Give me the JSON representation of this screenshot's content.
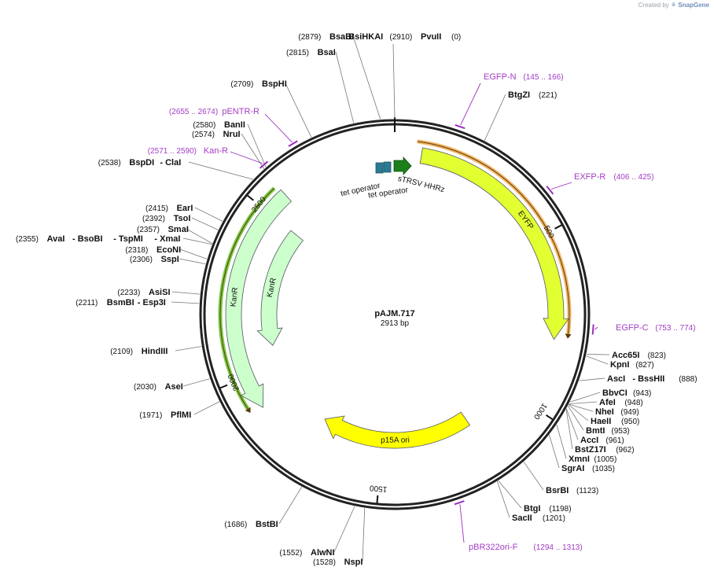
{
  "credit": {
    "created_by": "Created by",
    "brand": "SnapGene",
    "logo_icon": "snapgene-leaf-icon"
  },
  "plasmid": {
    "name": "pAJM.717",
    "size_label": "2913 bp",
    "length": 2913
  },
  "ticks": [
    {
      "pos": 500,
      "label": "500"
    },
    {
      "pos": 1000,
      "label": "1000"
    },
    {
      "pos": 1500,
      "label": "1500"
    },
    {
      "pos": 2000,
      "label": "2000"
    },
    {
      "pos": 2500,
      "label": "2500"
    }
  ],
  "enzyme_groups": [
    {
      "pos": 0,
      "entries": [
        {
          "name": "BsiHKAI",
          "pos_label": "(2910)"
        },
        {
          "name": "PvuII",
          "pos_label": "(0)"
        }
      ]
    },
    {
      "pos": 2879,
      "entries": [
        {
          "name": "BsaBI",
          "pos_label": "(2879)"
        }
      ]
    },
    {
      "pos": 2815,
      "entries": [
        {
          "name": "BsaI",
          "pos_label": "(2815)"
        }
      ]
    },
    {
      "pos": 2709,
      "entries": [
        {
          "name": "BspHI",
          "pos_label": "(2709)"
        }
      ]
    },
    {
      "pos": 221,
      "entries": [
        {
          "name": "BtgZI",
          "pos_label": "(221)"
        }
      ]
    },
    {
      "pos": 2580,
      "entries": [
        {
          "name": "BanII",
          "pos_label": "(2580)"
        }
      ]
    },
    {
      "pos": 2574,
      "entries": [
        {
          "name": "NruI",
          "pos_label": "(2574)"
        }
      ]
    },
    {
      "pos": 2538,
      "entries": [
        {
          "name": "BspDI",
          "pos_label": "(2538)"
        },
        {
          "name": "- ClaI",
          "pos_label": ""
        }
      ]
    },
    {
      "pos": 2415,
      "entries": [
        {
          "name": "EarI",
          "pos_label": "(2415)"
        }
      ]
    },
    {
      "pos": 2392,
      "entries": [
        {
          "name": "TsoI",
          "pos_label": "(2392)"
        }
      ]
    },
    {
      "pos": 2357,
      "entries": [
        {
          "name": "SmaI",
          "pos_label": "(2357)"
        }
      ]
    },
    {
      "pos": 2355,
      "entries": [
        {
          "name": "AvaI",
          "pos_label": "(2355)"
        },
        {
          "name": "- BsoBI",
          "pos_label": ""
        },
        {
          "name": "- TspMI",
          "pos_label": ""
        },
        {
          "name": "- XmaI",
          "pos_label": ""
        }
      ]
    },
    {
      "pos": 2318,
      "entries": [
        {
          "name": "EcoNI",
          "pos_label": "(2318)"
        }
      ]
    },
    {
      "pos": 2306,
      "entries": [
        {
          "name": "SspI",
          "pos_label": "(2306)"
        }
      ]
    },
    {
      "pos": 2233,
      "entries": [
        {
          "name": "AsiSI",
          "pos_label": "(2233)"
        }
      ]
    },
    {
      "pos": 2211,
      "entries": [
        {
          "name": "BsmBI",
          "pos_label": "(2211)"
        },
        {
          "name": "- Esp3I",
          "pos_label": ""
        }
      ]
    },
    {
      "pos": 2109,
      "entries": [
        {
          "name": "HindIII",
          "pos_label": "(2109)"
        }
      ]
    },
    {
      "pos": 2030,
      "entries": [
        {
          "name": "AseI",
          "pos_label": "(2030)"
        }
      ]
    },
    {
      "pos": 1971,
      "entries": [
        {
          "name": "PflMI",
          "pos_label": "(1971)"
        }
      ]
    },
    {
      "pos": 1686,
      "entries": [
        {
          "name": "BstBI",
          "pos_label": "(1686)"
        }
      ]
    },
    {
      "pos": 1552,
      "entries": [
        {
          "name": "AlwNI",
          "pos_label": "(1552)"
        }
      ]
    },
    {
      "pos": 1528,
      "entries": [
        {
          "name": "NspI",
          "pos_label": "(1528)"
        }
      ]
    },
    {
      "pos": 823,
      "entries": [
        {
          "name": "Acc65I",
          "pos_label": "(823)"
        }
      ]
    },
    {
      "pos": 827,
      "entries": [
        {
          "name": "KpnI",
          "pos_label": "(827)"
        }
      ]
    },
    {
      "pos": 888,
      "entries": [
        {
          "name": "AscI",
          "pos_label": ""
        },
        {
          "name": "- BssHII",
          "pos_label": "(888)"
        }
      ]
    },
    {
      "pos": 943,
      "entries": [
        {
          "name": "BbvCI",
          "pos_label": "(943)"
        }
      ]
    },
    {
      "pos": 948,
      "entries": [
        {
          "name": "AfeI",
          "pos_label": "(948)"
        }
      ]
    },
    {
      "pos": 949,
      "entries": [
        {
          "name": "NheI",
          "pos_label": "(949)"
        }
      ]
    },
    {
      "pos": 950,
      "entries": [
        {
          "name": "HaeII",
          "pos_label": "(950)"
        }
      ]
    },
    {
      "pos": 953,
      "entries": [
        {
          "name": "BmtI",
          "pos_label": "(953)"
        }
      ]
    },
    {
      "pos": 961,
      "entries": [
        {
          "name": "AccI",
          "pos_label": "(961)"
        }
      ]
    },
    {
      "pos": 962,
      "entries": [
        {
          "name": "BstZ17I",
          "pos_label": "(962)"
        }
      ]
    },
    {
      "pos": 1005,
      "entries": [
        {
          "name": "XmnI",
          "pos_label": "(1005)"
        }
      ]
    },
    {
      "pos": 1035,
      "entries": [
        {
          "name": "SgrAI",
          "pos_label": "(1035)"
        }
      ]
    },
    {
      "pos": 1123,
      "entries": [
        {
          "name": "BsrBI",
          "pos_label": "(1123)"
        }
      ]
    },
    {
      "pos": 1198,
      "entries": [
        {
          "name": "BtgI",
          "pos_label": "(1198)"
        }
      ]
    },
    {
      "pos": 1201,
      "entries": [
        {
          "name": "SacII",
          "pos_label": "(1201)"
        }
      ]
    }
  ],
  "primers": [
    {
      "name": "EGFP-N",
      "range": "(145 .. 166)",
      "pos": 155
    },
    {
      "name": "EXFP-R",
      "range": "(406 .. 425)",
      "pos": 415
    },
    {
      "name": "EGFP-C",
      "range": "(753 .. 774)",
      "pos": 763
    },
    {
      "name": "pBR322ori-F",
      "range": "(1294 .. 1313)",
      "pos": 1303
    },
    {
      "name": "Kan-R",
      "range": "(2571 .. 2590)",
      "pos": 2580
    },
    {
      "name": "pENTR-R",
      "range": "(2655 .. 2674)",
      "pos": 2664
    }
  ],
  "features": [
    {
      "name": "EYFP",
      "start": 77,
      "end": 800,
      "color": "#e2ff32",
      "ring": "mid"
    },
    {
      "name": "p15A ori",
      "start": 1180,
      "end": 1730,
      "color": "#ffff00",
      "ring": "inner"
    },
    {
      "name": "KanR",
      "start": 2570,
      "end": 1900,
      "color": "#ccffcc",
      "ring": "mid"
    },
    {
      "name": "KanR",
      "start": 2500,
      "end": 2070,
      "color": "#ccffcc",
      "ring": "inner"
    }
  ],
  "annotations": [
    {
      "label": "tet operator",
      "color": "#2a7a93"
    },
    {
      "label": "tet operator",
      "color": "#2a7a93"
    },
    {
      "label": "sTRSV HHRz",
      "color": "#1c7f1c"
    }
  ],
  "ruler": [
    {
      "start": 60,
      "end": 780,
      "color": "#f3b463"
    },
    {
      "start": 2560,
      "end": 1920,
      "color": "#7ac943"
    }
  ]
}
